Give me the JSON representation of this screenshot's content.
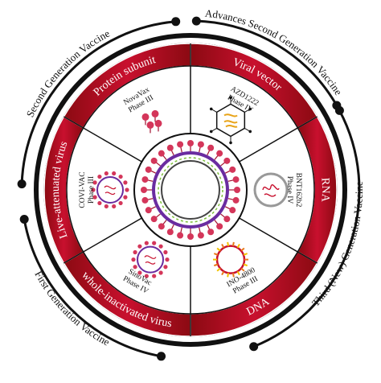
{
  "generations": [
    {
      "id": "advances-second",
      "label": "Advances Second Generation Vaccine"
    },
    {
      "id": "second",
      "label": "Second Generation Vaccine"
    },
    {
      "id": "third",
      "label": "Third (New) Generation Vaccine"
    },
    {
      "id": "first",
      "label": "First Generation Vaccine"
    }
  ],
  "segments": [
    {
      "id": "viral-vector",
      "label": "Viral vector",
      "vaccine": "AZD1222",
      "phase": "Phase IV",
      "icon": "adenovirus-icon"
    },
    {
      "id": "rna",
      "label": "RNA",
      "vaccine": "BNT162b2",
      "phase": "Phase IV",
      "icon": "mrna-lipid-nanoparticle-icon"
    },
    {
      "id": "dna",
      "label": "DNA",
      "vaccine": "INO-4800",
      "phase": "Phase III",
      "icon": "dna-plasmid-icon"
    },
    {
      "id": "whole-inactivated",
      "label": "whole-inactivated virus",
      "vaccine": "SinoVac",
      "phase": "Phase IV",
      "icon": "inactivated-virus-icon"
    },
    {
      "id": "live-attenuated",
      "label": "Live-attenuated virus",
      "vaccine": "COVI-VAC",
      "phase": "Phase III",
      "icon": "attenuated-virus-icon"
    },
    {
      "id": "protein-subunit",
      "label": "Protein subunit",
      "vaccine": "NovaVax",
      "phase": "Phase III",
      "icon": "spike-protein-icon"
    }
  ],
  "center": {
    "icon": "coronavirus-icon"
  },
  "colors": {
    "dark_red": "#8b0a12",
    "red": "#c8102e",
    "outline": "#222222",
    "spike": "#d4365a",
    "membrane": "#6a2ca0"
  }
}
